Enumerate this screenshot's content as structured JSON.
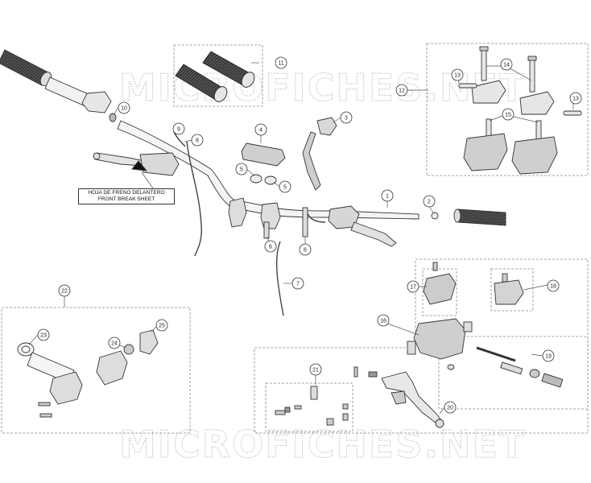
{
  "watermark": "MICROFICHES.NET",
  "note": {
    "line1": "HOJA DE FRENO DELANTERO",
    "line2": "FRONT BREAK SHEET"
  },
  "callouts": {
    "c1": "1",
    "c2": "2",
    "c3": "3",
    "c4": "4",
    "c5a": "5",
    "c5b": "5",
    "c6a": "6",
    "c6b": "6",
    "c7": "7",
    "c8": "8",
    "c9": "9",
    "c10": "10",
    "c11": "11",
    "c12": "12",
    "c13a": "13",
    "c13b": "13",
    "c14": "14",
    "c15": "15",
    "c16": "16",
    "c17": "17",
    "c18": "18",
    "c19": "19",
    "c20": "20",
    "c21": "21",
    "c22": "22",
    "c23": "23",
    "c24": "24",
    "c25": "25"
  }
}
